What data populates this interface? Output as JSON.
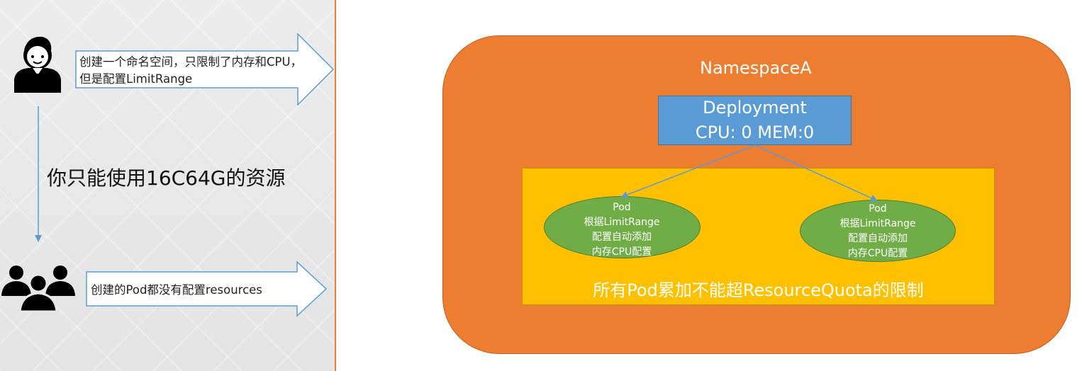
{
  "left_panel": {
    "admin_step_text": "创建一个命名空间，只限制了内存和CPU，但是配置LimitRange",
    "quota_caption": "你只能使用16C64G的资源",
    "developer_step_text": "创建的Pod都没有配置resources"
  },
  "namespace": {
    "label": "NamespaceA",
    "deployment": {
      "title": "Deployment",
      "resources": "CPU: 0 MEM:0"
    },
    "pods": [
      {
        "lines": [
          "Pod",
          "根据LimitRange",
          "配置自动添加",
          "内存CPU配置"
        ]
      },
      {
        "lines": [
          "Pod",
          "根据LimitRange",
          "配置自动添加",
          "内存CPU配置"
        ]
      }
    ],
    "quota_limit_text": "所有Pod累加不能超ResourceQuota的限制"
  },
  "colors": {
    "namespace_fill": "#ed7d31",
    "deployment_fill": "#5b9bd5",
    "quota_fill": "#ffc000",
    "pod_fill": "#70ad47",
    "arrow_stroke": "#5b9bd5",
    "connector": "#5b9bd5"
  },
  "icons": [
    "admin-person-icon",
    "developer-group-icon"
  ]
}
